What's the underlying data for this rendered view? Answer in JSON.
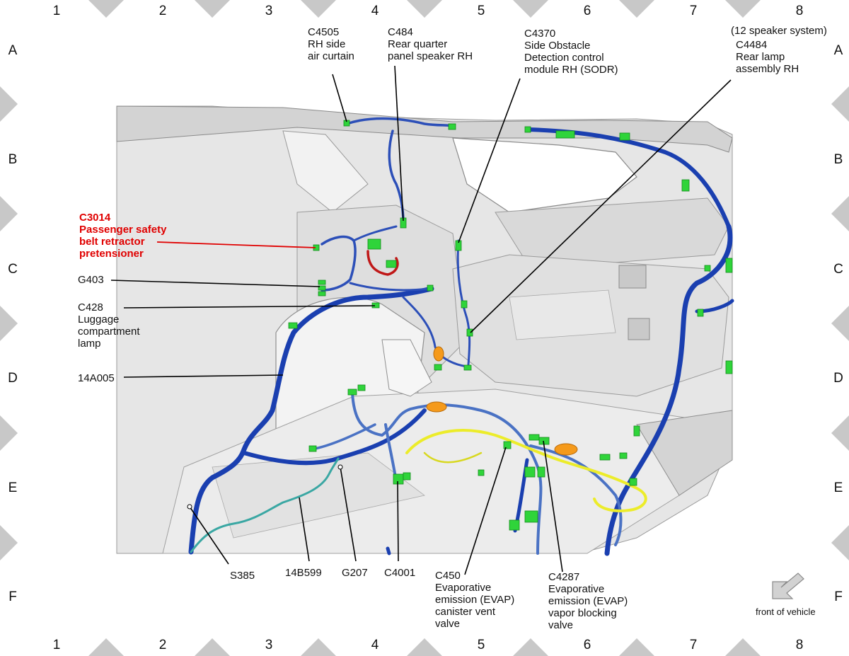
{
  "grid": {
    "columns": [
      "1",
      "2",
      "3",
      "4",
      "5",
      "6",
      "7",
      "8"
    ],
    "rows": [
      "A",
      "B",
      "C",
      "D",
      "E",
      "F"
    ]
  },
  "callouts": {
    "c4505": [
      "C4505",
      "RH side",
      "air curtain"
    ],
    "c484": [
      "C484",
      "Rear quarter",
      "panel speaker RH"
    ],
    "c4370": [
      "C4370",
      "Side Obstacle",
      "Detection control",
      "module RH (SODR)"
    ],
    "c4484": [
      "(12 speaker system)",
      "C4484",
      "Rear lamp",
      "assembly RH"
    ],
    "c3014": [
      "C3014",
      "Passenger safety",
      "belt retractor",
      "pretensioner"
    ],
    "g403": [
      "G403"
    ],
    "c428": [
      "C428",
      "Luggage",
      "compartment",
      "lamp"
    ],
    "h14a005": [
      "14A005"
    ],
    "s385": [
      "S385"
    ],
    "h14b599": [
      "14B599"
    ],
    "g207": [
      "G207"
    ],
    "c4001": [
      "C4001"
    ],
    "c450": [
      "C450",
      "Evaporative",
      "emission (EVAP)",
      "canister vent",
      "valve"
    ],
    "c4287": [
      "C4287",
      "Evaporative",
      "emission (EVAP)",
      "vapor blocking",
      "valve"
    ]
  },
  "orientation": {
    "label": "front of vehicle",
    "arrow_icon": "arrow-down-left-icon"
  },
  "colors": {
    "harness_main": "#1a3fb0",
    "harness_light": "#4a72c4",
    "connector": "#2fd43a",
    "highlight_text": "#e00000",
    "evap_line": "#ecec2a",
    "teal_line": "#3aa7a3",
    "orange_part": "#f59a1b",
    "red_harness": "#c01818",
    "body_panel": "#e4e4e4"
  }
}
